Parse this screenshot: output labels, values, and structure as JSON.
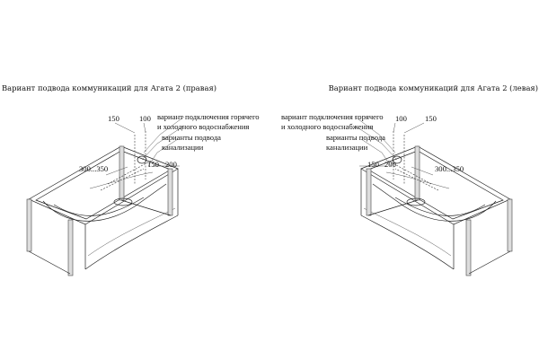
{
  "captions": {
    "left": "Вариант подвода коммуникаций для Агата 2 (правая)",
    "right": "Вариант подвода коммуникаций для Агата 2 (левая)"
  },
  "labels": {
    "hot_cold_line1": "вариант подключения горячего",
    "hot_cold_line2": "и холодного водоснабжения",
    "drain_line1": "варианты подвода",
    "drain_line2": "канализации"
  },
  "dimensions": {
    "d150": "150",
    "d100": "100",
    "d200": "200",
    "d300_350": "300...350"
  }
}
